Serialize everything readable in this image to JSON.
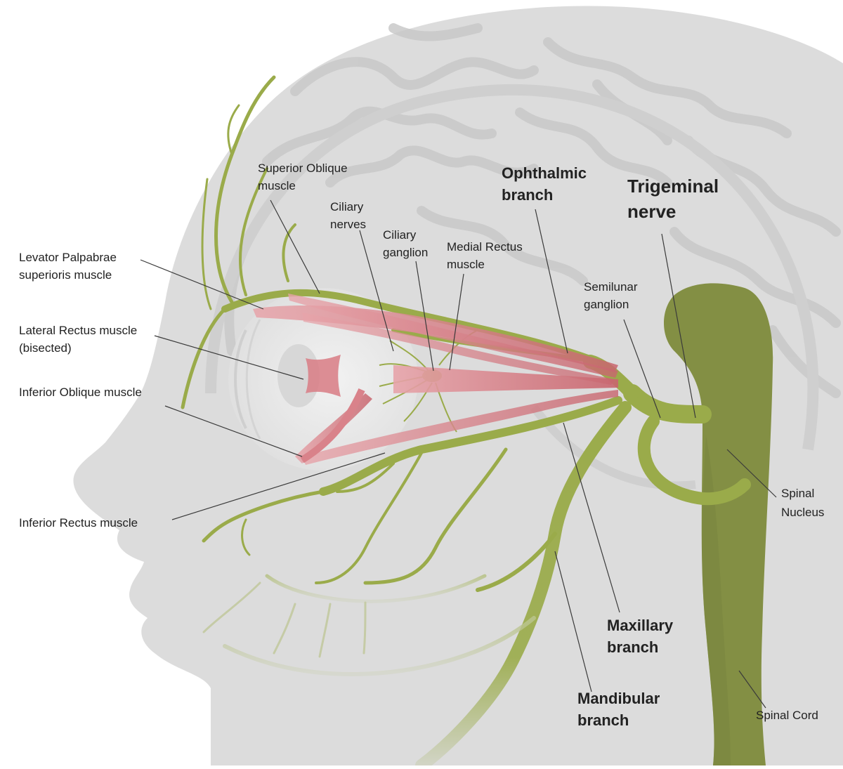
{
  "labels": {
    "trigeminal": [
      "Trigeminal",
      "nerve"
    ],
    "ophthalmic": [
      "Ophthalmic",
      "branch"
    ],
    "maxillary": [
      "Maxillary",
      "branch"
    ],
    "mandibular": [
      "Mandibular",
      "branch"
    ],
    "superior_oblique": [
      "Superior Oblique",
      "muscle"
    ],
    "ciliary_nerves": [
      "Ciliary",
      "nerves"
    ],
    "ciliary_ganglion": [
      "Ciliary",
      "ganglion"
    ],
    "medial_rectus": [
      "Medial Rectus",
      "muscle"
    ],
    "semilunar": [
      "Semilunar",
      "ganglion"
    ],
    "levator": [
      "Levator Palpabrae",
      "superioris muscle"
    ],
    "lateral_rectus": [
      "Lateral Rectus muscle",
      "(bisected)"
    ],
    "inferior_oblique": "Inferior Oblique muscle",
    "inferior_rectus": "Inferior Rectus muscle",
    "spinal_nucleus": [
      "Spinal",
      "Nucleus"
    ],
    "spinal_cord": "Spinal Cord"
  },
  "colors": {
    "background": "#ffffff",
    "head": "#dcdcdc",
    "brain_lines": "#c9c9c9",
    "nerve": "#9aab4a",
    "nerve_dark": "#7e8a3c",
    "brainstem": "#838f44",
    "muscle": "#d9828a",
    "muscle_dark": "#c4636c",
    "eye": "#ececec",
    "text": "#222222",
    "leader": "#3a3a3a"
  }
}
